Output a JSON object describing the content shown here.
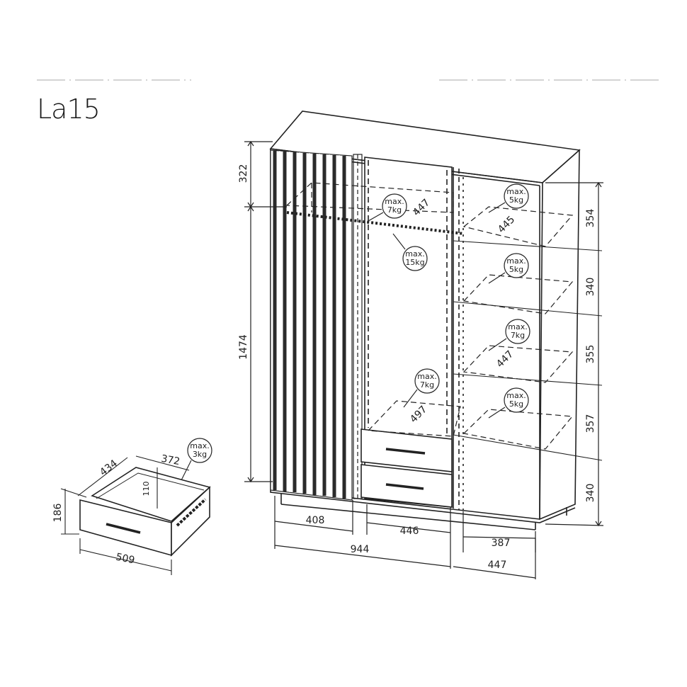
{
  "title": "La15",
  "dimensions": {
    "top_section": "322",
    "hanging_height": "1474",
    "shelf_1": "354",
    "shelf_2": "340",
    "shelf_3": "355",
    "shelf_4": "357",
    "shelf_5": "340",
    "left_width": "408",
    "middle_width": "446",
    "right_width": "387",
    "total_width": "944",
    "depth": "447",
    "rod_depth": "447",
    "right_shelf_depth_top": "445",
    "right_shelf_depth_mid": "447",
    "middle_shelf_depth": "497",
    "drawer_depth": "434",
    "drawer_inner_width": "372",
    "drawer_inner_height": "110",
    "drawer_height": "186",
    "drawer_width": "509"
  },
  "loads": {
    "top_shelf": [
      "max.",
      "7kg"
    ],
    "rod": [
      "max.",
      "15kg"
    ],
    "right_1": [
      "max.",
      "5kg"
    ],
    "right_2": [
      "max.",
      "5kg"
    ],
    "right_3": [
      "max.",
      "7kg"
    ],
    "right_4": [
      "max.",
      "5kg"
    ],
    "middle_shelf": [
      "max.",
      "7kg"
    ],
    "drawer": [
      "max.",
      "3kg"
    ]
  }
}
